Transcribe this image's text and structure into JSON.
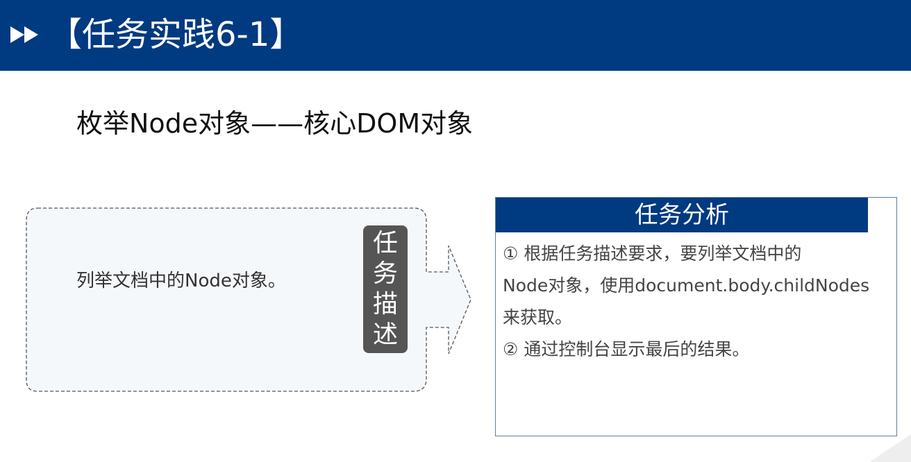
{
  "header": {
    "title": "【任务实践6-1】",
    "icon": "double-arrow-icon",
    "bar_color": "#003a80"
  },
  "subtitle": "枚举Node对象——核心DOM对象",
  "task_description": {
    "tag": "任务描述",
    "text": "列举文档中的Node对象。"
  },
  "analysis": {
    "title": "任务分析",
    "lines": [
      "① 根据任务描述要求，要列举文档中的",
      "Node对象，使用document.body.childNodes",
      "来获取。",
      "② 通过控制台显示最后的结果。"
    ]
  }
}
